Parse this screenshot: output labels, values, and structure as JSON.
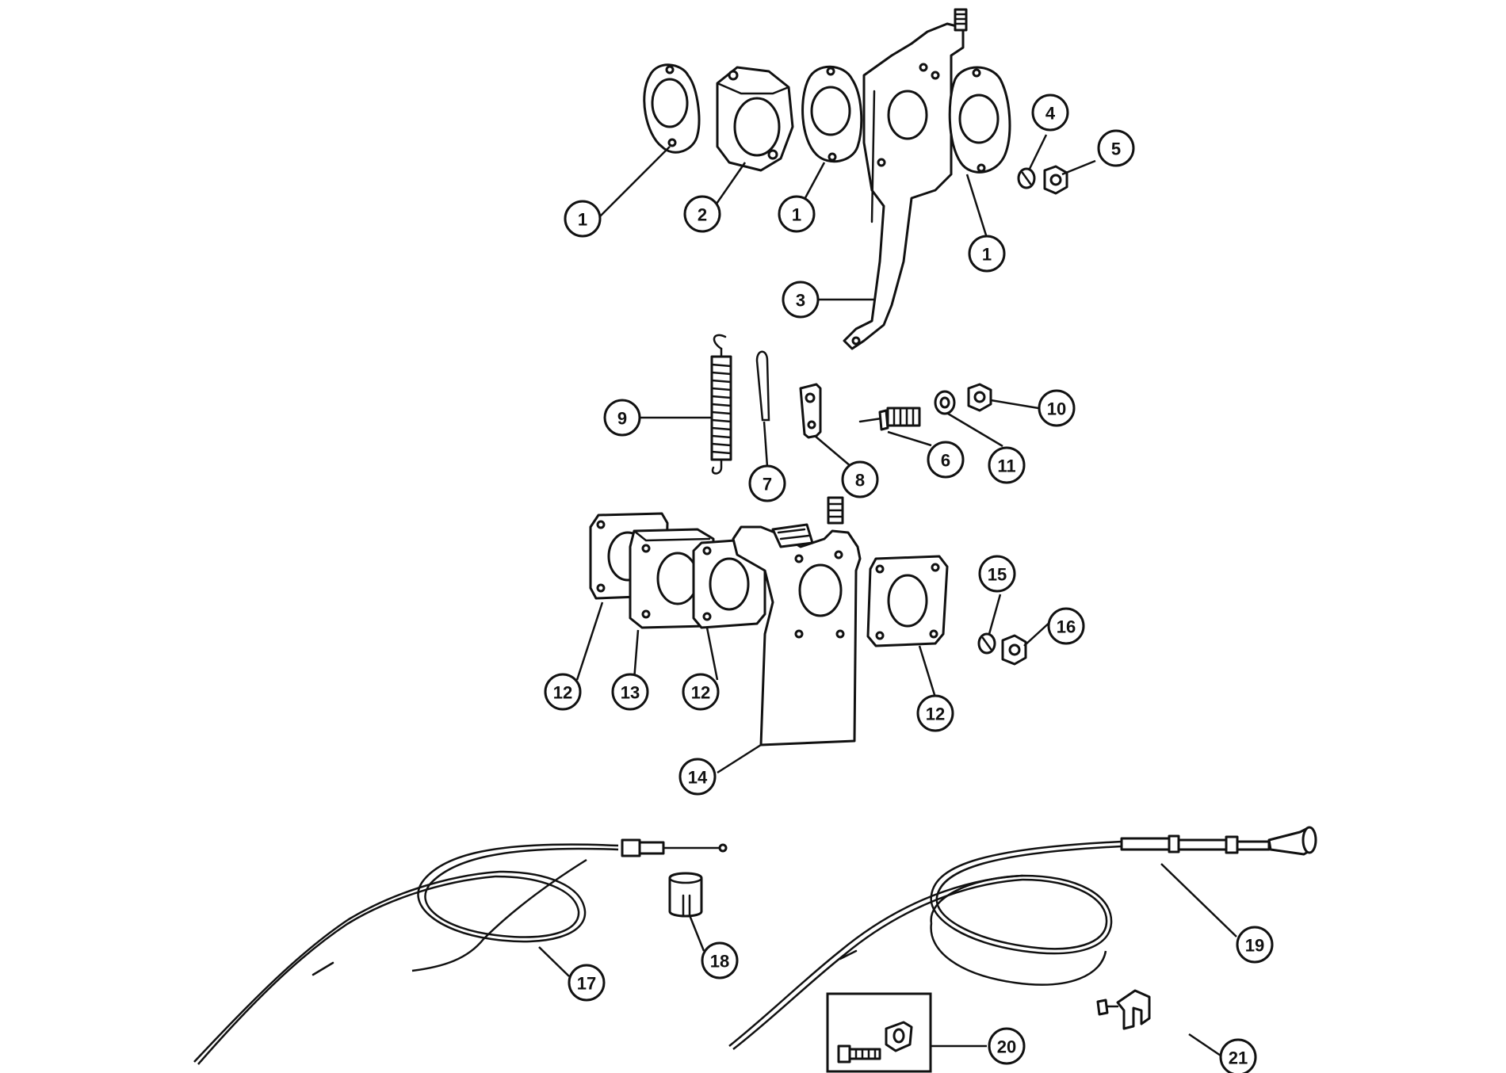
{
  "diagram": {
    "callouts": [
      {
        "id": "c1a",
        "label": "1"
      },
      {
        "id": "c2",
        "label": "2"
      },
      {
        "id": "c1b",
        "label": "1"
      },
      {
        "id": "c1c",
        "label": "1"
      },
      {
        "id": "c3",
        "label": "3"
      },
      {
        "id": "c4",
        "label": "4"
      },
      {
        "id": "c5",
        "label": "5"
      },
      {
        "id": "c9",
        "label": "9"
      },
      {
        "id": "c7",
        "label": "7"
      },
      {
        "id": "c8",
        "label": "8"
      },
      {
        "id": "c6",
        "label": "6"
      },
      {
        "id": "c11",
        "label": "11"
      },
      {
        "id": "c10",
        "label": "10"
      },
      {
        "id": "c15",
        "label": "15"
      },
      {
        "id": "c16",
        "label": "16"
      },
      {
        "id": "c12a",
        "label": "12"
      },
      {
        "id": "c13",
        "label": "13"
      },
      {
        "id": "c12b",
        "label": "12"
      },
      {
        "id": "c12c",
        "label": "12"
      },
      {
        "id": "c14",
        "label": "14"
      },
      {
        "id": "c17",
        "label": "17"
      },
      {
        "id": "c18",
        "label": "18"
      },
      {
        "id": "c19",
        "label": "19"
      },
      {
        "id": "c20",
        "label": "20"
      },
      {
        "id": "c21",
        "label": "21"
      }
    ]
  }
}
